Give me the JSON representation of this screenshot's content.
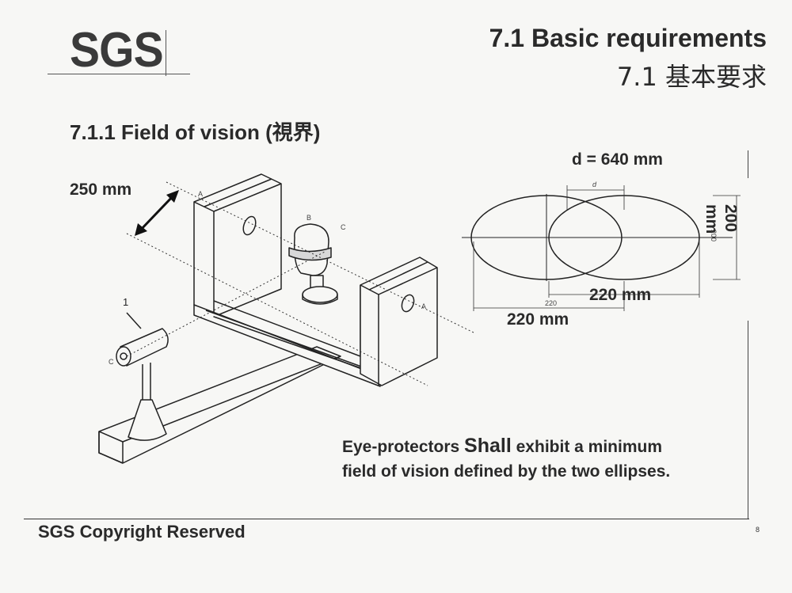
{
  "header": {
    "logo_text": "SGS",
    "title_en": "7.1 Basic requirements",
    "title_zh": "7.1 基本要求"
  },
  "section": {
    "heading": "7.1.1 Field of vision (視界)"
  },
  "diagram": {
    "dimension_250": "250 mm",
    "label_1": "1",
    "label_A_left": "A",
    "label_A_right": "A",
    "label_B": "B",
    "label_C_head": "C",
    "label_C_lamp": "C",
    "ellipse_title": "d = 640 mm",
    "ellipse_d_small": "d",
    "ellipse_220_small": "220",
    "ellipse_220_inner": "220 mm",
    "ellipse_220_outer": "220 mm",
    "ellipse_200": "200 mm",
    "ellipse_200_small": "200"
  },
  "body": {
    "text_before": "Eye-protectors ",
    "text_shall": "Shall",
    "text_after": " exhibit a minimum",
    "text_line2": "field of vision defined by the two ellipses."
  },
  "footer": {
    "copyright": "SGS Copyright Reserved",
    "page_number": "8"
  }
}
